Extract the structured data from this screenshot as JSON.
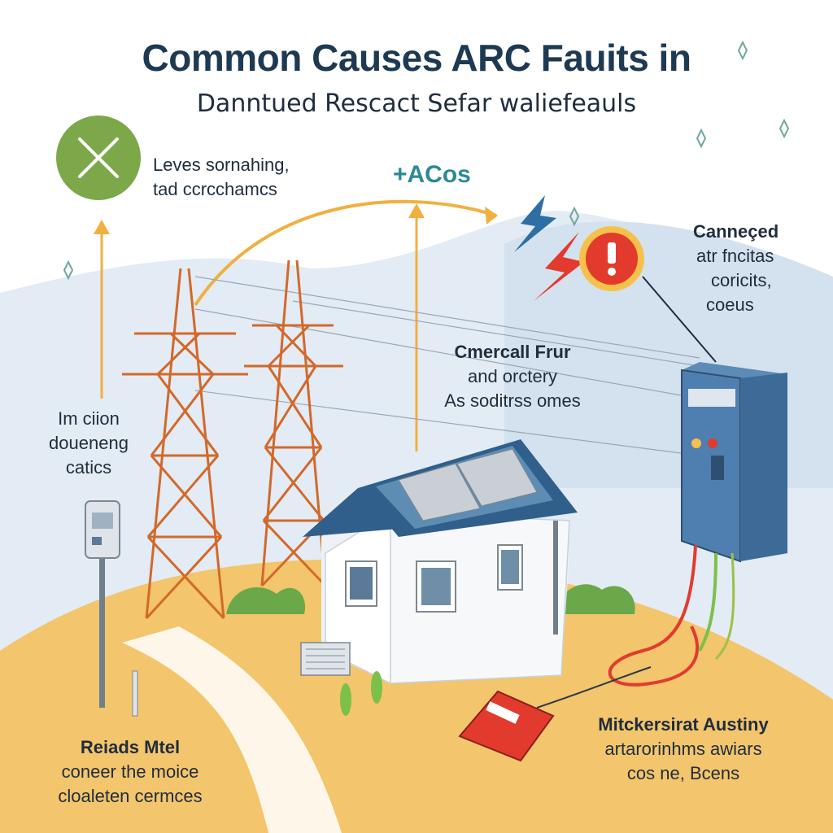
{
  "title": "Common Causes ARC Fauits in",
  "subtitle": "Danntued Rescact Sefar waliefeauls",
  "callouts": {
    "top_left": {
      "line1": "Leves sornahing,",
      "line2": "tad ccrcchamcs"
    },
    "arcs": "+ACos",
    "right": {
      "heading": "Canneçed",
      "line1": "atr fncitas",
      "line2": "coricits,",
      "line3": "coeus"
    },
    "left": {
      "line1": "Im ciion",
      "line2": "doueneng",
      "line3": "catics"
    },
    "center": {
      "heading": "Cmercall Frur",
      "line1": "and orctery",
      "line2": "As soditrss omes"
    },
    "bottom_left": {
      "heading": "Reiads Mtel",
      "line1": "coneer the moice",
      "line2": "cloaleten cermces"
    },
    "bottom_right": {
      "heading": "Mitckersirat Austiny",
      "line1": "artarorinhms awiars",
      "line2": "cos ne, Bcens"
    }
  },
  "icons": {
    "cross": "cross-icon",
    "alert": "alert-icon",
    "lightning": "lightning-icon",
    "sparkle": "sparkle-icon"
  },
  "colors": {
    "title": "#1d3a52",
    "accent_green": "#7da84a",
    "tower": "#d2692a",
    "arrow": "#f0b040",
    "ground": "#f3c56c",
    "sky_hill": "#dde7f2",
    "panel": "#4f7fb0",
    "alert": "#e23b2e",
    "arcs_text": "#2d8a94"
  }
}
